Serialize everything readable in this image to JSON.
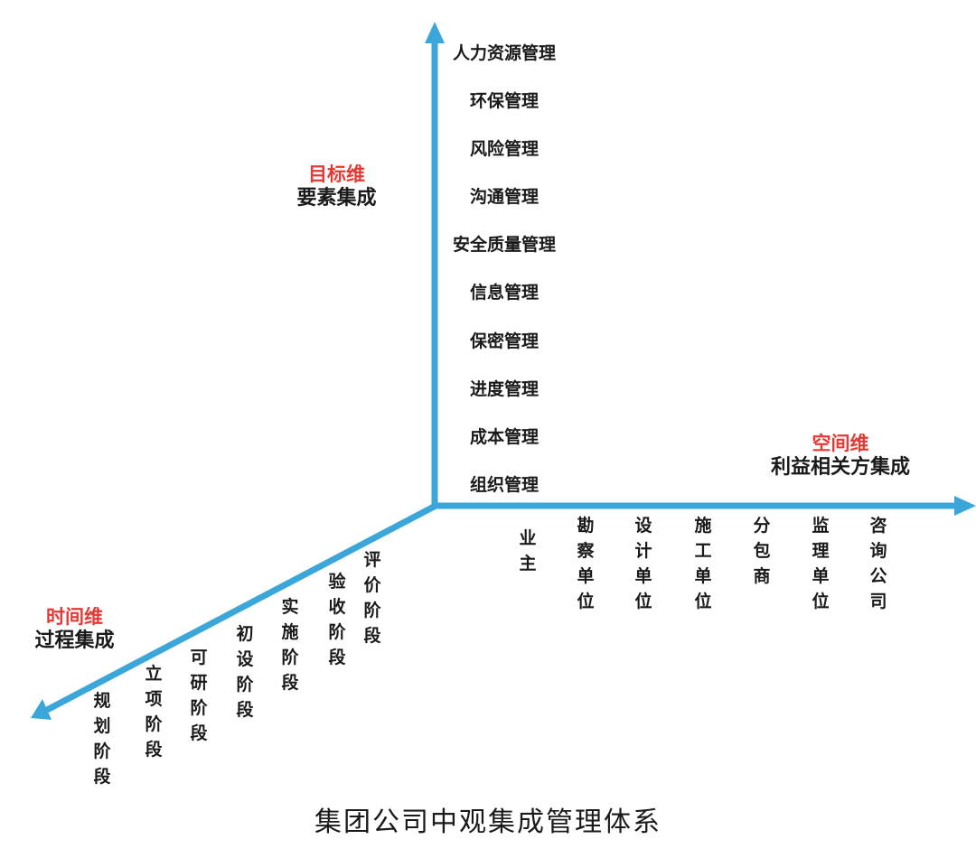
{
  "colors": {
    "axis": "#3aa6d9",
    "dimension_label": "#e53935",
    "text": "#1a1a1a"
  },
  "vertical_axis": {
    "dimension": "目标维",
    "subtitle": "要素集成",
    "items": [
      "人力资源管理",
      "环保管理",
      "风险管理",
      "沟通管理",
      "安全质量管理",
      "信息管理",
      "保密管理",
      "进度管理",
      "成本管理",
      "组织管理"
    ]
  },
  "horizontal_axis": {
    "dimension": "空间维",
    "subtitle": "利益相关方集成",
    "items": [
      "业主",
      "勘察单位",
      "设计单位",
      "施工单位",
      "分包商",
      "监理单位",
      "咨询公司"
    ]
  },
  "diagonal_axis": {
    "dimension": "时间维",
    "subtitle": "过程集成",
    "items": [
      "规划阶段",
      "立项阶段",
      "可研阶段",
      "初设阶段",
      "实施阶段",
      "验收阶段",
      "评价阶段"
    ]
  },
  "caption": "集团公司中观集成管理体系"
}
